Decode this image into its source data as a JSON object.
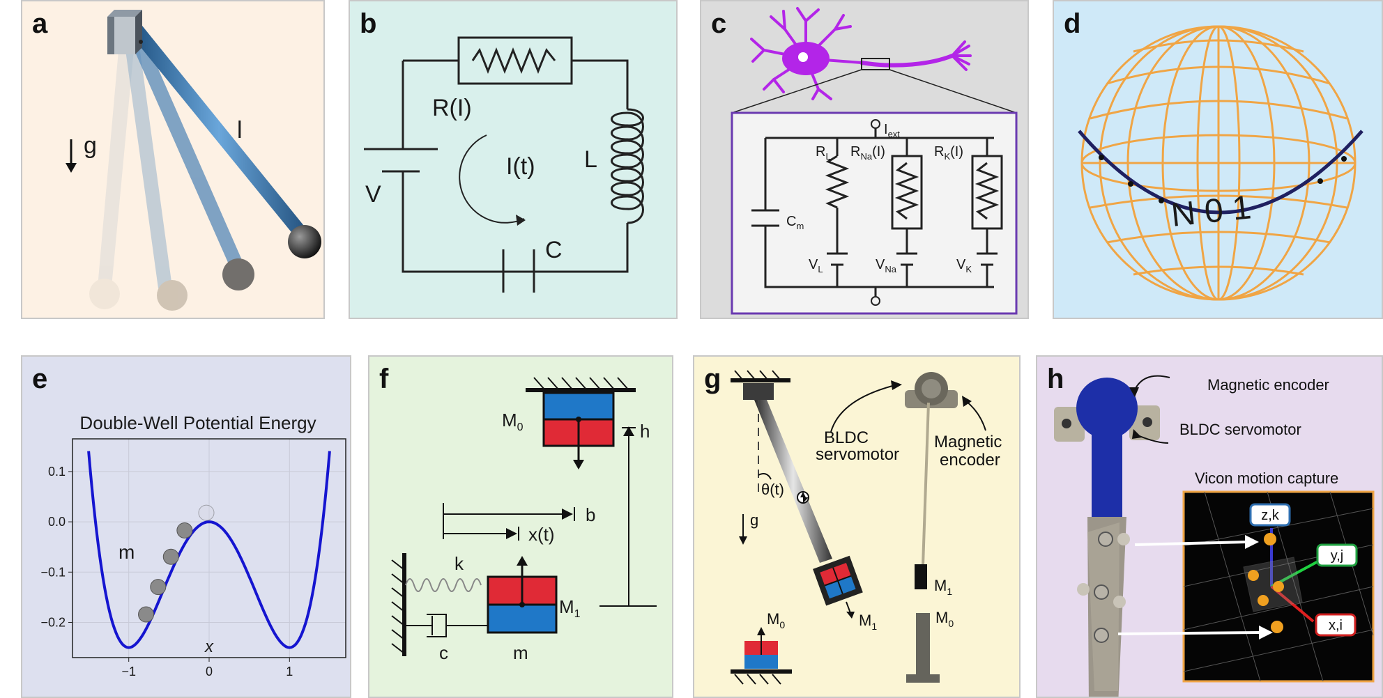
{
  "panels": {
    "a": {
      "letter": "a",
      "gravity_label": "g",
      "length_label": "l",
      "bg": "#fdf1e4"
    },
    "b": {
      "letter": "b",
      "resistor_label": "R(I)",
      "current_label": "I(t)",
      "inductor_label": "L",
      "voltage_label": "V",
      "capacitor_label": "C",
      "bg": "#d9f0ec"
    },
    "c": {
      "letter": "c",
      "iext_base": "I",
      "iext_sub": "ext",
      "rl_base": "R",
      "rl_sub": "L",
      "rna_base": "R",
      "rna_sub": "Na",
      "rna_arg": "(I)",
      "rk_base": "R",
      "rk_sub": "K",
      "rk_arg": "(I)",
      "cm_base": "C",
      "cm_sub": "m",
      "vl_base": "V",
      "vl_sub": "L",
      "vna_base": "V",
      "vna_sub": "Na",
      "vk_base": "V",
      "vk_sub": "K",
      "bg": "#dcdcdc",
      "neuron_color": "#b325e8",
      "box_color": "#6a3ab0"
    },
    "d": {
      "letter": "d",
      "band_text": "N 0 1",
      "bg": "#cfe9f8",
      "grid_color": "#f0a545",
      "band_color": "#1f2060"
    },
    "e": {
      "letter": "e",
      "mass_label": "m",
      "bg": "#dde0ef"
    },
    "f": {
      "letter": "f",
      "m0_base": "M",
      "m0_sub": "0",
      "m1_base": "M",
      "m1_sub": "1",
      "h_label": "h",
      "b_label": "b",
      "x_label": "x(t)",
      "k_label": "k",
      "c_label": "c",
      "m_label": "m",
      "bg": "#e5f3dd"
    },
    "g": {
      "letter": "g",
      "bldc_line1": "BLDC",
      "bldc_line2": "servomotor",
      "enc_line1": "Magnetic",
      "enc_line2": "encoder",
      "theta_label": "θ(t)",
      "g_label": "g",
      "m1_base": "M",
      "m1_sub": "1",
      "m1b_base": "M",
      "m1b_sub": "1",
      "m0_base": "M",
      "m0_sub": "0",
      "m0b_base": "M",
      "m0b_sub": "0",
      "bg": "#fbf5d5"
    },
    "h": {
      "letter": "h",
      "encoder_label": "Magnetic encoder",
      "servo_label": "BLDC servomotor",
      "vicon_label": "Vicon motion capture",
      "zk_label": "z,k",
      "yj_label": "y,j",
      "xi_label": "x,i",
      "bg": "#e7dbee"
    }
  },
  "chart_data": {
    "type": "line",
    "title": "Double-Well Potential Energy",
    "xlabel": "x",
    "ylabel": "",
    "xlim": [
      -1.7,
      1.7
    ],
    "ylim": [
      -0.27,
      0.165
    ],
    "xticks": [
      -1,
      0,
      1
    ],
    "yticks": [
      0.1,
      0.0,
      -0.1,
      -0.2
    ],
    "xtick_labels": [
      "−1",
      "0",
      "1"
    ],
    "ytick_labels": [
      "0.1",
      "0.0",
      "−0.1",
      "−0.2"
    ],
    "grid": true,
    "series": [
      {
        "function": "x^4/4 - x^2/2",
        "x_range": [
          -1.5,
          1.5
        ],
        "color": "#1515d0"
      }
    ],
    "balls_x": [
      -0.75,
      -0.6,
      -0.44,
      -0.27,
      0.0
    ]
  }
}
